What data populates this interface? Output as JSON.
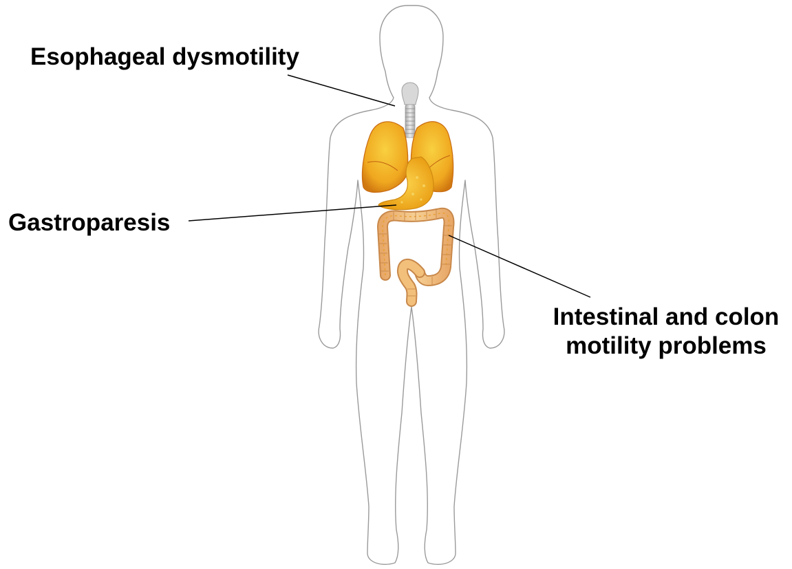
{
  "labels": {
    "esophageal": "Esophageal dysmotility",
    "gastroparesis": "Gastroparesis",
    "intestinal_line1": "Intestinal and colon",
    "intestinal_line2": "motility problems"
  },
  "colors": {
    "outline": "#9a9a9a",
    "lung_fill": "#f0a820",
    "lung_edge": "#c86a10",
    "stomach_fill": "#f5b81c",
    "colon_fill": "#f2c07a",
    "colon_edge": "#c8884a",
    "trachea": "#c8c8c8",
    "leader_line": "#000000"
  }
}
